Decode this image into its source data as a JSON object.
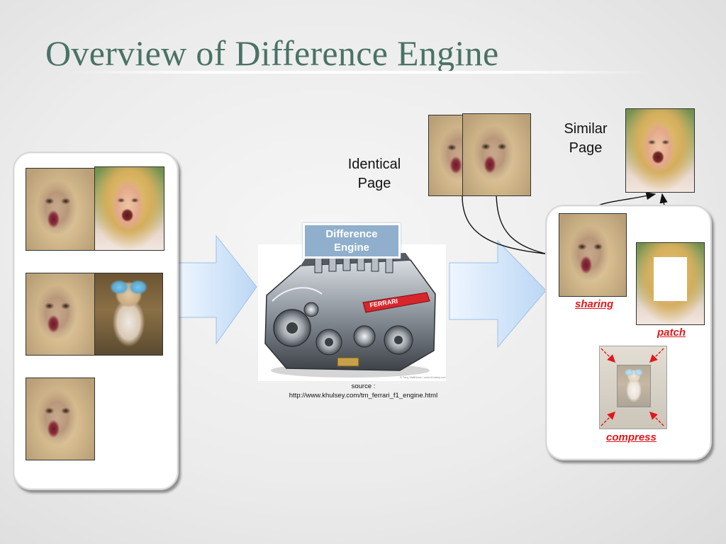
{
  "slide": {
    "title": "Overview of Difference Engine"
  },
  "engine": {
    "caption": "Difference\nEngine",
    "source": "source :\nhttp://www.khulsey.com/tm_ferrari_f1_engine.html"
  },
  "labels": {
    "identical_page": "Identical\nPage",
    "similar_page": "Similar\nPage",
    "sharing": "sharing",
    "patch": "patch",
    "compress": "compress"
  },
  "colors": {
    "title": "#4a7267",
    "operation_label": "#e0181b",
    "engine_caption_bg": "#8fafcc",
    "arrow_fill": "#cfe4fa",
    "arrow_stroke": "#9cc1e8"
  }
}
